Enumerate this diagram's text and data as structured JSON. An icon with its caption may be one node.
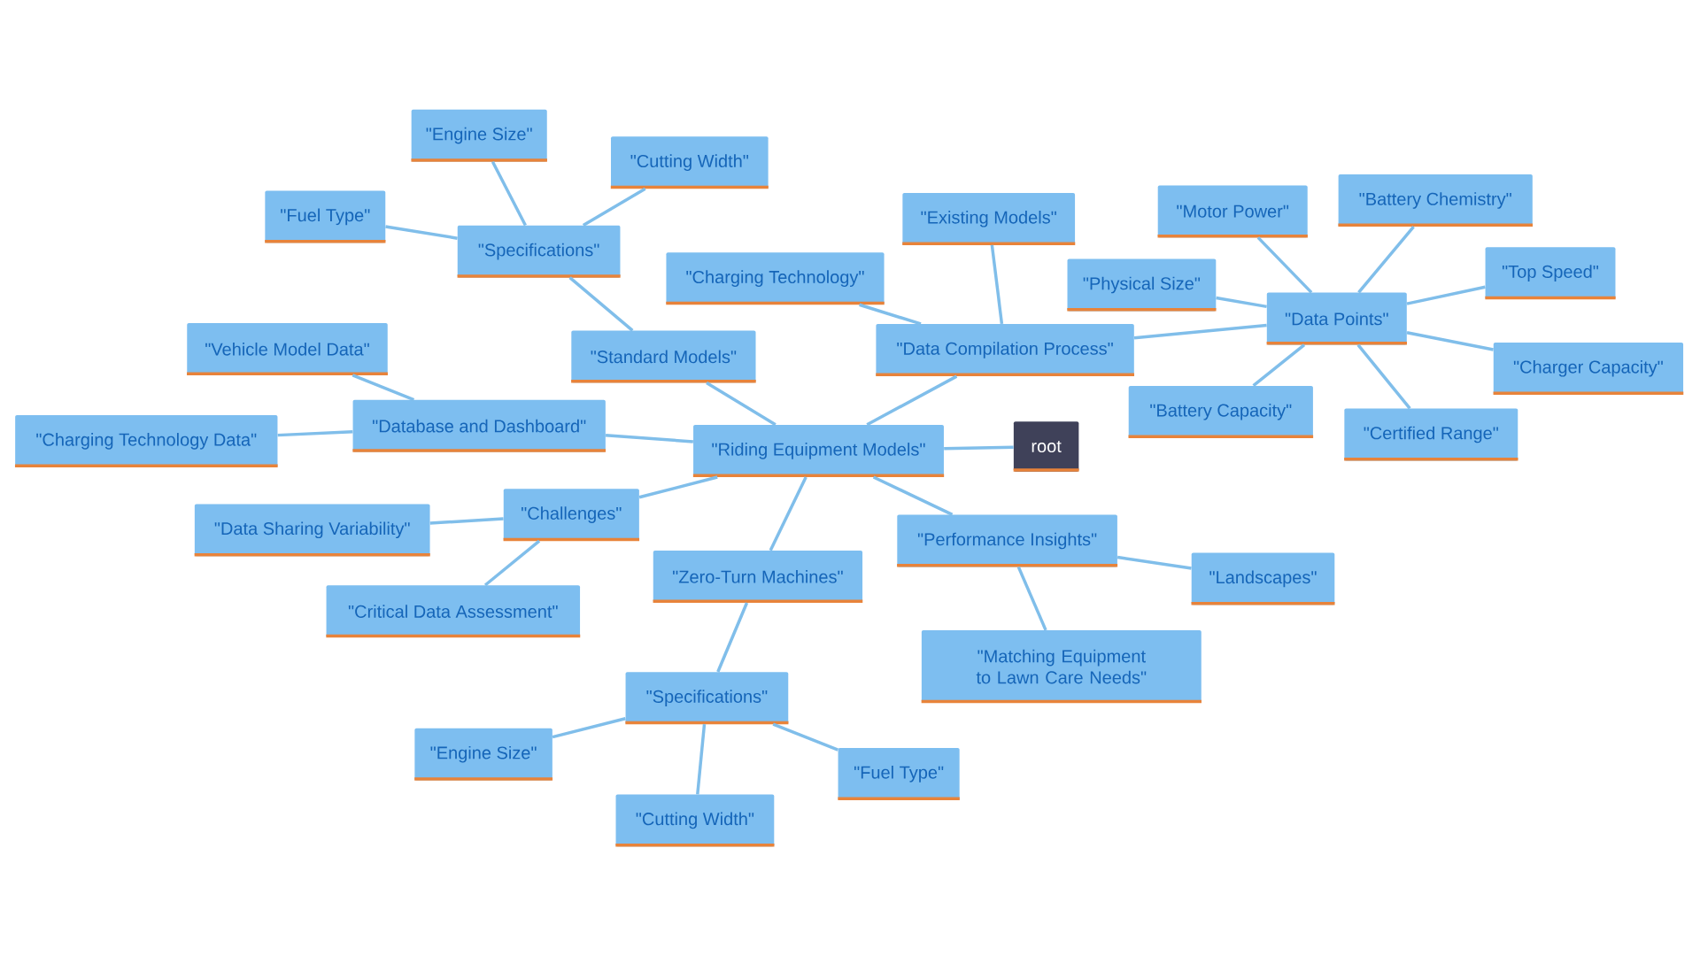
{
  "diagram": {
    "nodes": [
      {
        "text": [
          "root"
        ]
      },
      {
        "text": [
          "\"Riding Equipment Models\""
        ]
      },
      {
        "text": [
          "\"Standard Models\""
        ]
      },
      {
        "text": [
          "\"Specifications\""
        ]
      },
      {
        "text": [
          "\"Engine Size\""
        ]
      },
      {
        "text": [
          "\"Cutting Width\""
        ]
      },
      {
        "text": [
          "\"Fuel Type\""
        ]
      },
      {
        "text": [
          "\"Data Compilation Process\""
        ]
      },
      {
        "text": [
          "\"Existing Models\""
        ]
      },
      {
        "text": [
          "\"Charging Technology\""
        ]
      },
      {
        "text": [
          "\"Data Points\""
        ]
      },
      {
        "text": [
          "\"Motor Power\""
        ]
      },
      {
        "text": [
          "\"Battery Chemistry\""
        ]
      },
      {
        "text": [
          "\"Physical Size\""
        ]
      },
      {
        "text": [
          "\"Top Speed\""
        ]
      },
      {
        "text": [
          "\"Charger Capacity\""
        ]
      },
      {
        "text": [
          "\"Battery Capacity\""
        ]
      },
      {
        "text": [
          "\"Certified Range\""
        ]
      },
      {
        "text": [
          "\"Database and Dashboard\""
        ]
      },
      {
        "text": [
          "\"Vehicle Model Data\""
        ]
      },
      {
        "text": [
          "\"Charging Technology Data\""
        ]
      },
      {
        "text": [
          "\"Challenges\""
        ]
      },
      {
        "text": [
          "\"Data Sharing Variability\""
        ]
      },
      {
        "text": [
          "\"Critical Data Assessment\""
        ]
      },
      {
        "text": [
          "\"Zero-Turn Machines\""
        ]
      },
      {
        "text": [
          "\"Specifications\""
        ]
      },
      {
        "text": [
          "\"Engine Size\""
        ]
      },
      {
        "text": [
          "\"Cutting Width\""
        ]
      },
      {
        "text": [
          "\"Fuel Type\""
        ]
      },
      {
        "text": [
          "\"Performance Insights\""
        ]
      },
      {
        "text": [
          "\"Landscapes\""
        ]
      },
      {
        "text": [
          "\"Matching Equipment to Lawn Care Needs\""
        ]
      }
    ],
    "edges": [
      {
        "from": 0,
        "to": 1,
        "arrow": "none"
      },
      {
        "from": 1,
        "to": 2,
        "arrow": "none"
      },
      {
        "from": 2,
        "to": 3,
        "arrow": "none"
      },
      {
        "from": 3,
        "to": 4,
        "arrow": "none"
      },
      {
        "from": 3,
        "to": 5,
        "arrow": "none"
      },
      {
        "from": 3,
        "to": 6,
        "arrow": "none"
      },
      {
        "from": 1,
        "to": 7,
        "arrow": "none"
      },
      {
        "from": 7,
        "to": 8,
        "arrow": "none"
      },
      {
        "from": 7,
        "to": 9,
        "arrow": "none"
      },
      {
        "from": 7,
        "to": 10,
        "arrow": "none"
      },
      {
        "from": 10,
        "to": 11,
        "arrow": "none"
      },
      {
        "from": 10,
        "to": 12,
        "arrow": "none"
      },
      {
        "from": 10,
        "to": 13,
        "arrow": "none"
      },
      {
        "from": 10,
        "to": 14,
        "arrow": "none"
      },
      {
        "from": 10,
        "to": 15,
        "arrow": "none"
      },
      {
        "from": 10,
        "to": 16,
        "arrow": "none"
      },
      {
        "from": 10,
        "to": 17,
        "arrow": "none"
      },
      {
        "from": 1,
        "to": 18,
        "arrow": "none"
      },
      {
        "from": 18,
        "to": 19,
        "arrow": "none"
      },
      {
        "from": 18,
        "to": 20,
        "arrow": "none"
      },
      {
        "from": 1,
        "to": 21,
        "arrow": "none"
      },
      {
        "from": 21,
        "to": 22,
        "arrow": "none"
      },
      {
        "from": 21,
        "to": 23,
        "arrow": "none"
      },
      {
        "from": 1,
        "to": 24,
        "arrow": "none"
      },
      {
        "from": 24,
        "to": 25,
        "arrow": "none"
      },
      {
        "from": 25,
        "to": 26,
        "arrow": "none"
      },
      {
        "from": 25,
        "to": 27,
        "arrow": "none"
      },
      {
        "from": 25,
        "to": 28,
        "arrow": "none"
      },
      {
        "from": 1,
        "to": 29,
        "arrow": "none"
      },
      {
        "from": 29,
        "to": 30,
        "arrow": "none"
      },
      {
        "from": 29,
        "to": 31,
        "arrow": "none"
      }
    ]
  }
}
